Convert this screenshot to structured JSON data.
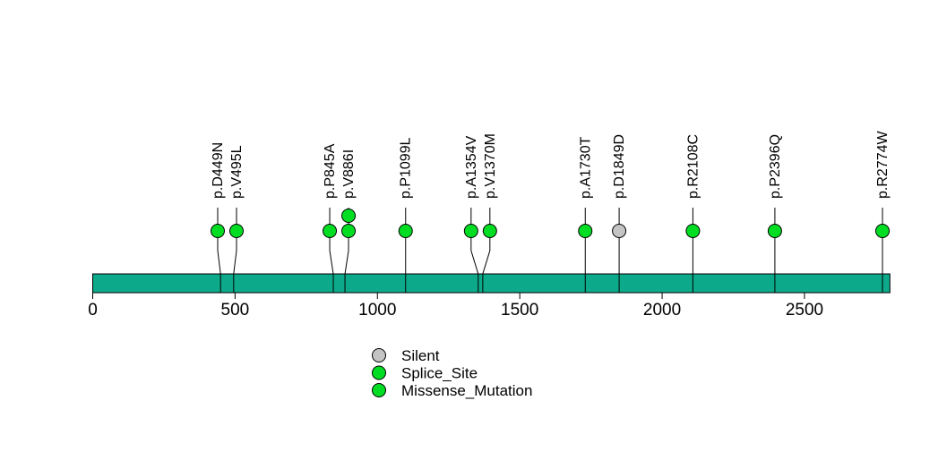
{
  "chart_data": {
    "type": "lollipop",
    "title": "",
    "xlabel": "",
    "ylabel": "",
    "grid": false,
    "axis": {
      "ticks": [
        0,
        500,
        1000,
        1500,
        2000,
        2500
      ],
      "xlim": [
        0,
        2800
      ]
    },
    "gene_bar": {
      "start": 0,
      "end": 2800,
      "color": "#0CA98A",
      "border_color": "#000000"
    },
    "palette": {
      "green": "#00DD22",
      "gray": "#C4C4C4",
      "stem": "#000000"
    },
    "mutations": [
      {
        "label": "p.D449N",
        "position": 449,
        "type": "Missense_Mutation",
        "color_key": "green",
        "count": 1
      },
      {
        "label": "p.V495L",
        "position": 495,
        "type": "Missense_Mutation",
        "color_key": "green",
        "count": 1
      },
      {
        "label": "p.P845A",
        "position": 845,
        "type": "Missense_Mutation",
        "color_key": "green",
        "count": 1
      },
      {
        "label": "p.V886I",
        "position": 886,
        "type": "Missense_Mutation",
        "color_key": "green",
        "count": 2
      },
      {
        "label": "p.P1099L",
        "position": 1099,
        "type": "Missense_Mutation",
        "color_key": "green",
        "count": 1
      },
      {
        "label": "p.A1354V",
        "position": 1354,
        "type": "Missense_Mutation",
        "color_key": "green",
        "count": 1
      },
      {
        "label": "p.V1370M",
        "position": 1370,
        "type": "Missense_Mutation",
        "color_key": "green",
        "count": 1
      },
      {
        "label": "p.A1730T",
        "position": 1730,
        "type": "Missense_Mutation",
        "color_key": "green",
        "count": 1
      },
      {
        "label": "p.D1849D",
        "position": 1849,
        "type": "Silent",
        "color_key": "gray",
        "count": 1
      },
      {
        "label": "p.R2108C",
        "position": 2108,
        "type": "Missense_Mutation",
        "color_key": "green",
        "count": 1
      },
      {
        "label": "p.P2396Q",
        "position": 2396,
        "type": "Missense_Mutation",
        "color_key": "green",
        "count": 1
      },
      {
        "label": "p.R2774W",
        "position": 2774,
        "type": "Missense_Mutation",
        "color_key": "green",
        "count": 1
      }
    ],
    "legend": {
      "position": "bottom-center",
      "items": [
        {
          "label": "Silent",
          "color": "#C4C4C4"
        },
        {
          "label": "Splice_Site",
          "color": "#00DD22"
        },
        {
          "label": "Missense_Mutation",
          "color": "#00DD22"
        }
      ]
    }
  }
}
